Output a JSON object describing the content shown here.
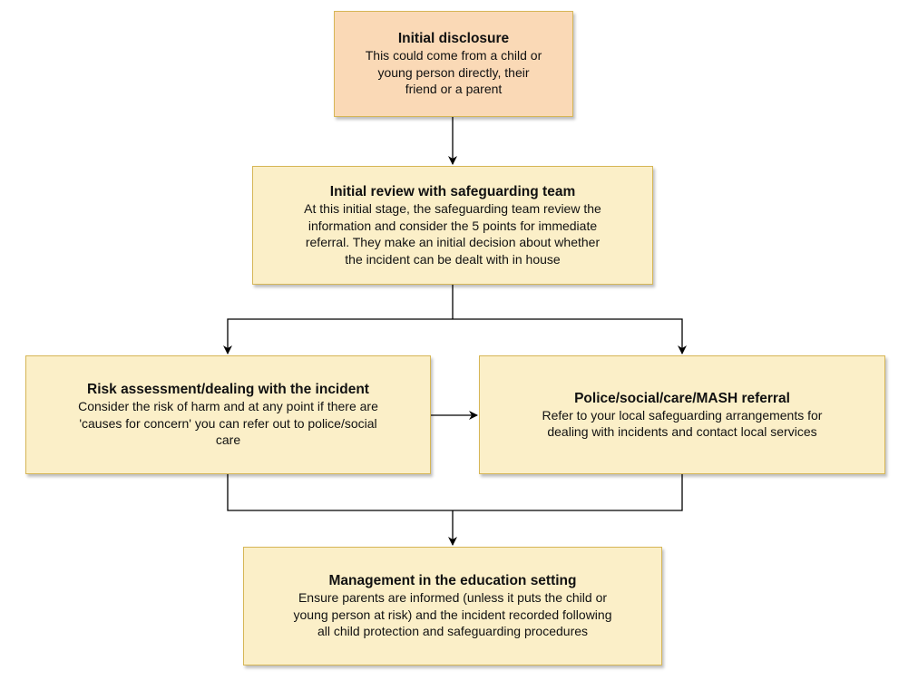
{
  "colors": {
    "node_fill_top": "#fad9b6",
    "node_fill": "#fbefc8",
    "node_border": "#d6b656",
    "connector": "#000000"
  },
  "nodes": {
    "initial_disclosure": {
      "title": "Initial disclosure",
      "lines": [
        "This could come from a child or",
        "young person directly, their",
        "friend or a parent"
      ]
    },
    "initial_review": {
      "title": "Initial review with safeguarding team",
      "lines": [
        "At this initial stage, the safeguarding team review the",
        "information and consider the 5 points for immediate",
        "referral. They make an initial decision about whether",
        "the incident can be dealt with in house"
      ]
    },
    "risk_assessment": {
      "title": "Risk assessment/dealing with the incident",
      "lines": [
        "Consider the risk of harm and at any point if there are",
        "'causes for concern' you can refer out to police/social",
        "care"
      ]
    },
    "police_referral": {
      "title": "Police/social/care/MASH referral",
      "lines": [
        "Refer to your local safeguarding arrangements for",
        "dealing with incidents and contact local services"
      ]
    },
    "management": {
      "title": "Management in the education setting",
      "lines": [
        "Ensure parents are informed (unless it puts the child or",
        "young person at risk) and the incident recorded following",
        "all child protection and safeguarding procedures"
      ]
    }
  }
}
